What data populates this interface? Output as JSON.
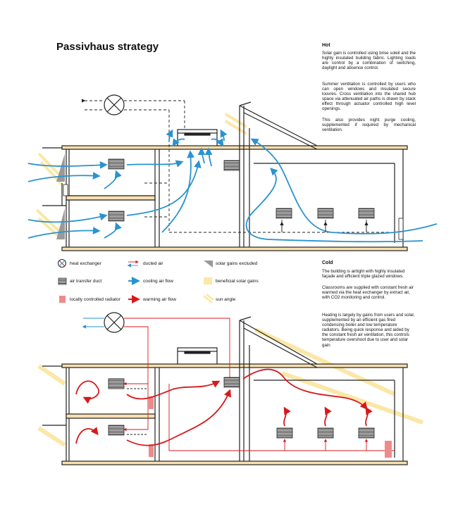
{
  "title": "Passivhaus strategy",
  "hot": {
    "heading": "Hot",
    "p1": "Solar gain is controlled using brise soleil and the highly insulated building fabric. Lighting loads are control by a combination of switching, daylight and absence control.",
    "p2": "Summer ventilation is controlled by users who can open windows and insulated secure louvres. Cross ventilation into the shared hub space via attenuated air paths is drawn by stack effect through actuator controlled high level openings.",
    "p3": "This also provides night purge cooling, supplemented if required by mechanical ventilation."
  },
  "cold": {
    "heading": "Cold",
    "p1": "The building is airtight with highly insulated façade and efficient triple glazed windows.",
    "p2": "Classrooms are supplied with constant fresh air warmed via the heat exchanger by extract air, with CO2 monitoring and control.",
    "p3": "Heating is largely by gains from users and solar, supplemented by an efficient gas fired condensing boiler and low temperature radiators. Being quick response and aided by the constant fresh air ventilation, this controls temperature overshoot due to user and solar gain"
  },
  "legend": {
    "heat_exchanger": "heat exchanger",
    "ducted_air": "ducted air",
    "solar_gains_excluded": "solar gains excluded",
    "air_transfer_duct": "air transfer duct",
    "cooling_air_flow": "cooling air flow",
    "beneficial_solar_gains": "beneficial solar gains",
    "locally_controlled_radiator": "locally controlled radiator",
    "warming_air_flow": "warming air flow",
    "sun_angle": "sun angle"
  },
  "colors": {
    "cooling": "#2a93cf",
    "warming": "#d7191c",
    "solar": "#fbe7a6",
    "radiator": "#f08a8a",
    "floor": "#f8e0b0",
    "structure": "#222222"
  }
}
